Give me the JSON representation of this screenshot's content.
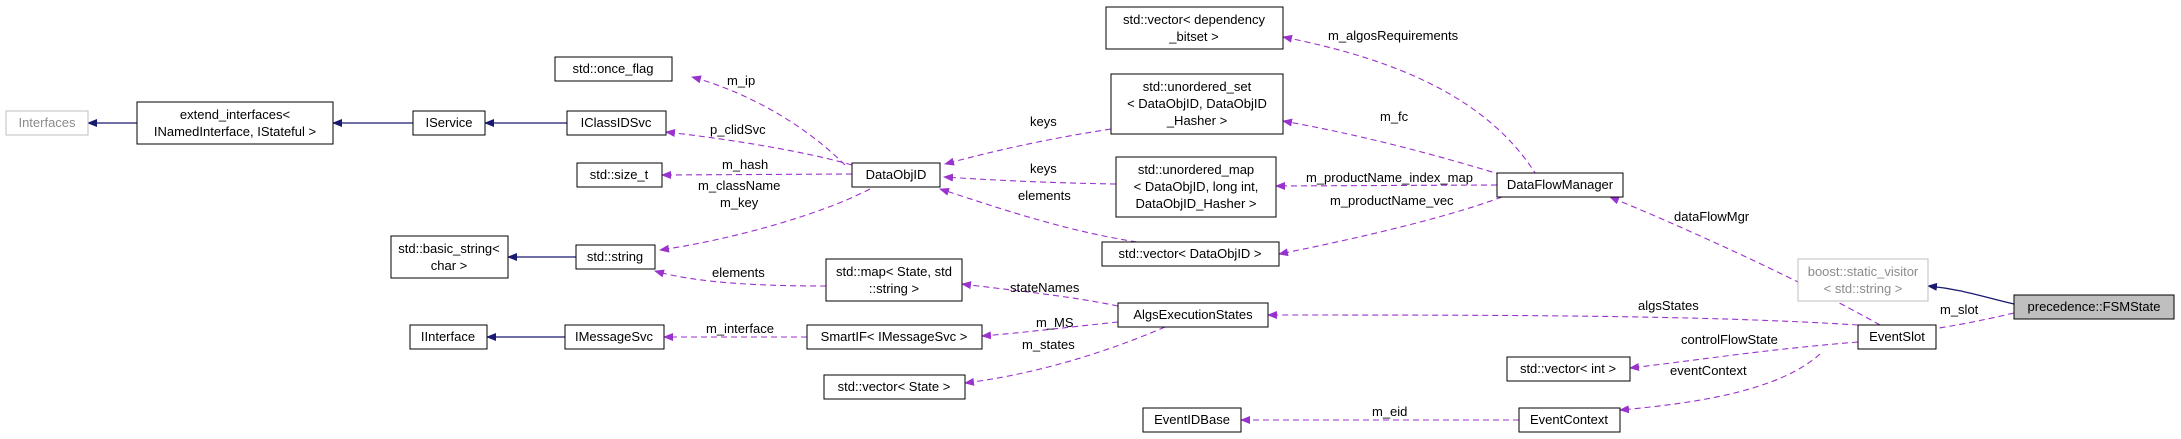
{
  "nodes": {
    "interfaces": {
      "lines": [
        "Interfaces"
      ]
    },
    "extend_interfaces": {
      "lines": [
        "extend_interfaces<",
        "INamedInterface, IStateful >"
      ]
    },
    "iservice": {
      "lines": [
        "IService"
      ]
    },
    "iclassidsvc": {
      "lines": [
        "IClassIDSvc"
      ]
    },
    "once_flag": {
      "lines": [
        "std::once_flag"
      ]
    },
    "size_t": {
      "lines": [
        "std::size_t"
      ]
    },
    "basic_string": {
      "lines": [
        "std::basic_string<",
        "char >"
      ]
    },
    "string": {
      "lines": [
        "std::string"
      ]
    },
    "iinterface": {
      "lines": [
        "IInterface"
      ]
    },
    "imessagesvc": {
      "lines": [
        "IMessageSvc"
      ]
    },
    "dataobjid": {
      "lines": [
        "DataObjID"
      ]
    },
    "vector_bitset": {
      "lines": [
        "std::vector< dependency",
        "_bitset >"
      ]
    },
    "unordered_set": {
      "lines": [
        "std::unordered_set",
        "< DataObjID, DataObjID",
        "_Hasher >"
      ]
    },
    "unordered_map": {
      "lines": [
        "std::unordered_map",
        "< DataObjID, long int,",
        "DataObjID_Hasher >"
      ]
    },
    "vector_dataobjid": {
      "lines": [
        "std::vector< DataObjID >"
      ]
    },
    "map_state": {
      "lines": [
        "std::map< State, std",
        "::string >"
      ]
    },
    "smartif": {
      "lines": [
        "SmartIF< IMessageSvc >"
      ]
    },
    "vector_state": {
      "lines": [
        "std::vector< State >"
      ]
    },
    "algs_exec_states": {
      "lines": [
        "AlgsExecutionStates"
      ]
    },
    "dataflowmanager": {
      "lines": [
        "DataFlowManager"
      ]
    },
    "static_visitor": {
      "lines": [
        "boost::static_visitor",
        "< std::string >"
      ]
    },
    "fsmstate": {
      "lines": [
        "precedence::FSMState"
      ]
    },
    "eventslot": {
      "lines": [
        "EventSlot"
      ]
    },
    "vector_int": {
      "lines": [
        "std::vector< int >"
      ]
    },
    "eventidbase": {
      "lines": [
        "EventIDBase"
      ]
    },
    "eventcontext": {
      "lines": [
        "EventContext"
      ]
    }
  },
  "edge_labels": {
    "m_ip": "m_ip",
    "p_clidSvc": "p_clidSvc",
    "m_hash": "m_hash",
    "m_className_m_key": [
      "m_className",
      "m_key"
    ],
    "elements_string": "elements",
    "keys_set": "keys",
    "keys_map": "keys",
    "elements_vec": "elements",
    "m_algosRequirements": "m_algosRequirements",
    "m_fc": "m_fc",
    "m_productName_index_map": "m_productName_index_map",
    "m_productName_vec": "m_productName_vec",
    "stateNames": "stateNames",
    "m_MS": "m_MS",
    "m_interface": "m_interface",
    "m_states": "m_states",
    "algsStates": "algsStates",
    "dataFlowMgr": "dataFlowMgr",
    "m_slot": "m_slot",
    "controlFlowState": "controlFlowState",
    "eventContext": "eventContext",
    "m_eid": "m_eid"
  },
  "colors": {
    "inheritance_edge": "#191970",
    "usage_edge": "#9a32cd",
    "node_border": "#000000",
    "external_node_border": "#bfbfbf",
    "focus_node_fill": "#bfbfbf"
  }
}
